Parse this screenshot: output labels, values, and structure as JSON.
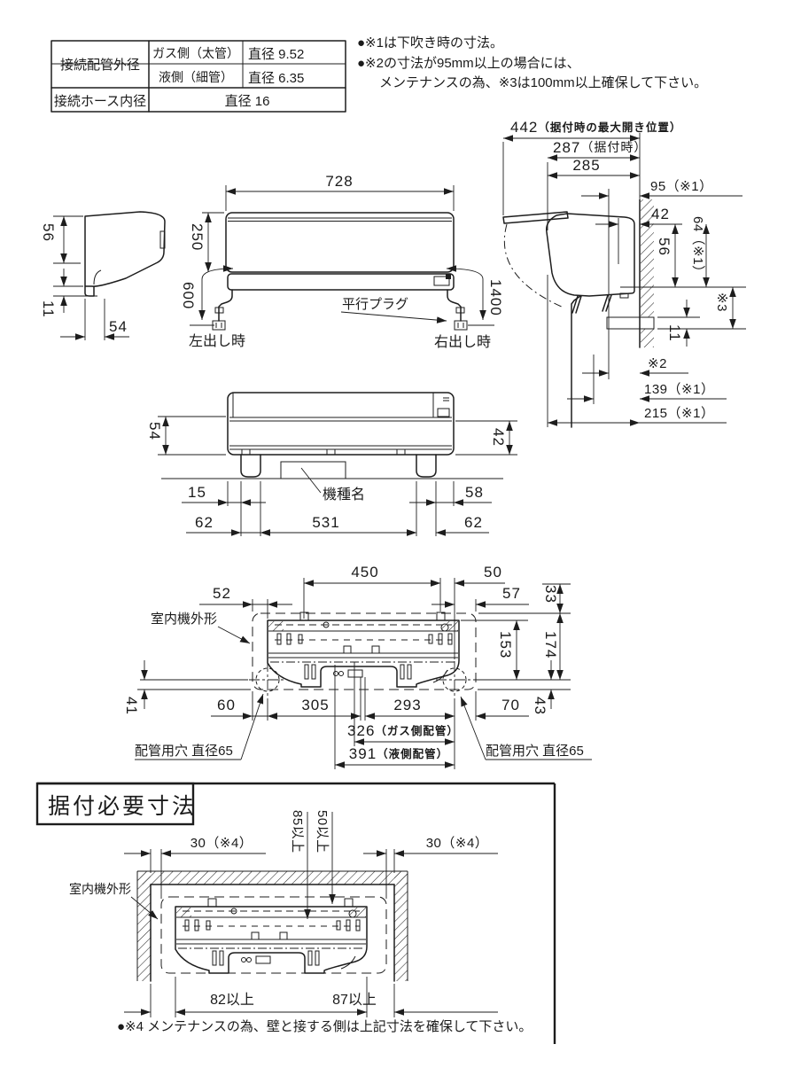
{
  "colors": {
    "ink": "#1d1d1d",
    "paper": "#ffffff"
  },
  "spec_table": {
    "c_outer": "接続配管外径",
    "c_gas": "ガス側（太管）",
    "v_gas": "直径 9.52",
    "c_liq": "液側（細管）",
    "v_liq": "直径 6.35",
    "c_hose": "接続ホース内径",
    "v_hose": "直径 16"
  },
  "notes": {
    "n1": "●※1は下吹き時の寸法。",
    "n2": "●※2の寸法が95mm以上の場合には、",
    "n3": "メンテナンスの為、※3は100mm以上確保して下さい。",
    "n4": "●※4 メンテナンスの為、壁と接する側は上記寸法を確保して下さい。"
  },
  "front_view": {
    "w": "728",
    "h": "250",
    "cord_left": "600",
    "cord_right": "1400",
    "plug": "平行プラグ",
    "left_out": "左出し時",
    "right_out": "右出し時"
  },
  "left_view": {
    "d56": "56",
    "d11": "11",
    "d54": "54"
  },
  "right_view": {
    "max_open_num": "442",
    "max_open_note": "（据付時の最大開き位置）",
    "install_num": "287",
    "install_note": "（据付時）",
    "d285": "285",
    "d95": "95（※1）",
    "d42": "42",
    "d56": "56",
    "d64": "64（※1）",
    "s3": "※3",
    "d11": "11",
    "s2": "※2",
    "d139": "139（※1）",
    "d215": "215（※1）"
  },
  "bottom_view": {
    "d54": "54",
    "d42": "42",
    "d15": "15",
    "d58": "58",
    "d62l": "62",
    "d531": "531",
    "d62r": "62",
    "model": "機種名"
  },
  "plate_view": {
    "d450": "450",
    "d50": "50",
    "d52": "52",
    "d57": "57",
    "d33": "33",
    "d153": "153",
    "d174": "174",
    "outline_label": "室内機外形",
    "d41": "41",
    "d60": "60",
    "d305": "305",
    "d293": "293",
    "d70": "70",
    "d43": "43",
    "gas_num": "326",
    "gas_note": "（ガス側配管）",
    "liq_num": "391",
    "liq_note": "（液側配管）",
    "hole_left": "配管用穴 直径65",
    "hole_right": "配管用穴 直径65"
  },
  "install_view": {
    "title": "据付必要寸法",
    "outline_label": "室内機外形",
    "side_left": "30（※4）",
    "side_right": "30（※4）",
    "top1": "85以上",
    "top2": "50以上",
    "bottom_left": "82以上",
    "bottom_right": "87以上"
  }
}
